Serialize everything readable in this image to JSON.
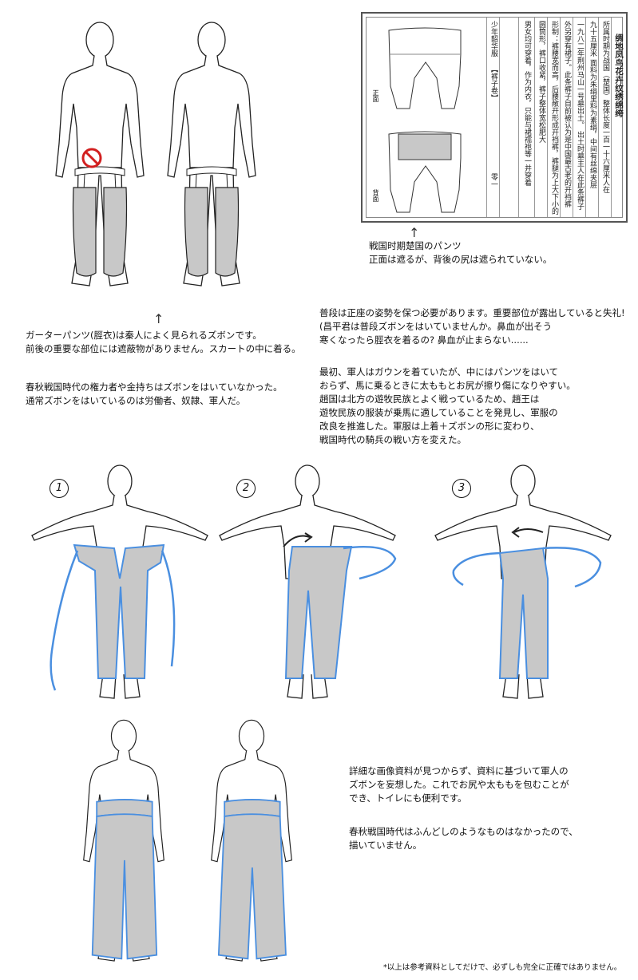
{
  "colors": {
    "pants_grey": "#c8c8c8",
    "outline_blue": "#4a8fe0",
    "prohibit_red": "#d21f1f",
    "line": "#222222"
  },
  "top_left": {
    "text_block_1": [
      "ガーターパンツ(脛衣)は秦人によく見られるズボンです。",
      "前後の重要な部位には遮蔽物がありません。スカートの中に着る。"
    ],
    "text_block_2": [
      "春秋戦国時代の権力者や金持ちはズボンをはいていなかった。",
      "通常ズボンをはいているのは労働者、奴隷、軍人だ。"
    ]
  },
  "document": {
    "title": "绸地凤鸟花卉纹绣绵绔",
    "columns": [
      "所属时期为战国（楚国）整体长度一百一十六厘米人在",
      "九十五厘米 面料为朱绢里料为素绢，中间有丝绵夹层",
      "一九八二年荆州马山一号墓出土。 出土时墓主人在此条裤子",
      "外另穿有裙子。此条裤子目前被认为是中国最古老的开裆裤",
      "形制：裤腰宽而高，后腰敞开形成开裆裤，裤腿为上大下小的",
      "圆筒形，裤口收紧，裤子整体宽松肥大",
      "男女均可穿着，作为内衣，只能与裙襦袍等一并穿着"
    ],
    "side_column": "少年韶华服",
    "side_tag": "【裤子卷】",
    "page_number": "零一",
    "label_front": "正面",
    "label_back": "背面"
  },
  "doc_caption": [
    "戦国时期楚国のパンツ",
    "正面は遮るが、背後の尻は遮られていない。"
  ],
  "right_text": {
    "block_1": [
      "普段は正座の姿勢を保つ必要があります。重要部位が露出していると失礼!",
      "(昌平君は普段ズボンをはいていませんか。鼻血が出そう",
      "寒くなったら脛衣を着るの? 鼻血が止まらない......"
    ],
    "block_2": [
      "最初、軍人はガウンを着ていたが、中にはパンツをはいて",
      "おらず、馬に乗るときに太ももとお尻が擦り傷になりやすい。",
      "趙国は北方の遊牧民族とよく戦っているため、趙王は",
      "遊牧民族の服装が乗馬に適していることを発見し、軍服の",
      "改良を推進した。軍服は上着＋ズボンの形に変わり、",
      "戦国時代の騎兵の戦い方を変えた。"
    ]
  },
  "steps": [
    "1",
    "2",
    "3"
  ],
  "bottom_text": {
    "block_1": [
      "詳細な画像資料が見つからず、資料に基づいて軍人の",
      "ズボンを妄想した。これでお尻や太ももを包むことが",
      "でき、トイレにも便利です。"
    ],
    "block_2": [
      "春秋戦国時代はふんどしのようなものはなかったので、",
      "描いていません。"
    ]
  },
  "footnote": "*以上は参考資料としてだけで、必ずしも完全に正確ではありません。"
}
